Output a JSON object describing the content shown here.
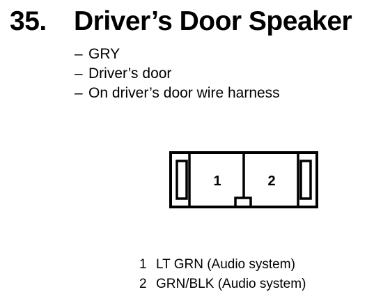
{
  "section": {
    "number": "35.",
    "title": "Driver’s Door Speaker"
  },
  "details": [
    {
      "dash": "–",
      "text": "GRY"
    },
    {
      "dash": "–",
      "text": "Driver’s door"
    },
    {
      "dash": "–",
      "text": "On driver’s door wire harness"
    }
  ],
  "connector": {
    "terminals": [
      "1",
      "2"
    ]
  },
  "pinout": [
    {
      "pin": "1",
      "desc": "LT GRN (Audio system)"
    },
    {
      "pin": "2",
      "desc": "GRN/BLK (Audio system)"
    }
  ]
}
